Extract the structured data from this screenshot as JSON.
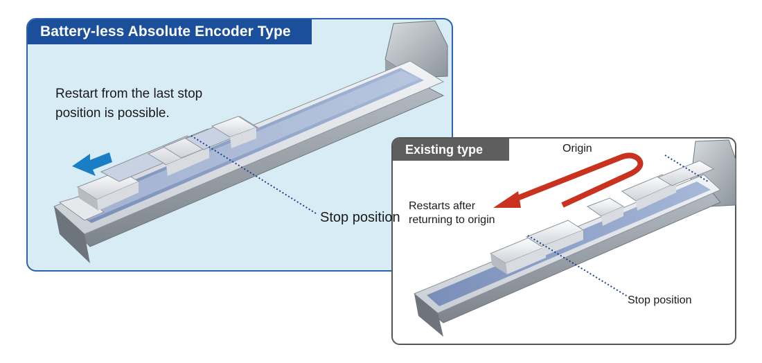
{
  "left_panel": {
    "title": "Battery-less Absolute Encoder Type",
    "note": "Restart from the last stop position is possible.",
    "stop_label": "Stop position"
  },
  "right_panel": {
    "title": "Existing type",
    "origin_label": "Origin",
    "restart_label": "Restarts after returning to origin",
    "stop_label": "Stop position"
  },
  "colors": {
    "left_panel_bg": "#d8ecf5",
    "left_title_bg": "#1b4f9c",
    "right_title_bg": "#5e5e5e",
    "blue_arrow": "#1a7ec4",
    "red_arrow": "#c8321e"
  }
}
